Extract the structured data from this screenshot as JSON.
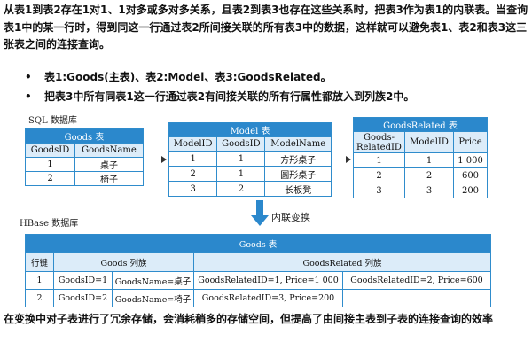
{
  "intro_text": "从表1到表2存在1对1、1对多或多对多关系，且表2到表3也存在这些关系时，把表3作为表1的内联表。当查询表1中的某一行时，得到同这一行通过表2所间接关联的所有表3中的数据，这样就可以避免表1、表2和表3这三张表之间的连接查询。",
  "bullets": [
    "表1:Goods(主表)、表2:Model、表3:GoodsRelated。",
    "把表3中所有同表1这一行通过表2有间接关联的所有行属性都放入到列族2中。"
  ],
  "sql_caption": "SQL 数据库",
  "hbase_caption": "HBase 数据库",
  "transform_label": "内联变换",
  "goods_table": {
    "title": "Goods 表",
    "headers": [
      "GoodsID",
      "GoodsName"
    ],
    "rows": [
      [
        "1",
        "桌子"
      ],
      [
        "2",
        "椅子"
      ]
    ]
  },
  "model_table": {
    "title": "Model 表",
    "headers": [
      "ModelID",
      "GoodsID",
      "ModelName"
    ],
    "rows": [
      [
        "1",
        "1",
        "方形桌子"
      ],
      [
        "2",
        "1",
        "圆形桌子"
      ],
      [
        "3",
        "2",
        "长板凳"
      ]
    ]
  },
  "related_table": {
    "title": "GoodsRelated 表",
    "headers": [
      "Goods-RelatedID",
      "ModelID",
      "Price"
    ],
    "rows": [
      [
        "1",
        "1",
        "1 000"
      ],
      [
        "2",
        "2",
        "600"
      ],
      [
        "3",
        "3",
        "200"
      ]
    ]
  },
  "hbase_table": {
    "title": "Goods 表",
    "row_key_header": "行键",
    "family1_header": "Goods 列族",
    "family2_header": "GoodsRelated 列族",
    "rows": [
      {
        "key": "1",
        "c1": "GoodsID=1",
        "c2": "GoodsName=桌子",
        "c3": "GoodsRelatedID=1, Price=1 000",
        "c4": "GoodsRelatedID=2, Price=600"
      },
      {
        "key": "2",
        "c1": "GoodsID=2",
        "c2": "GoodsName=椅子",
        "c3": "GoodsRelatedID=3, Price=200",
        "c4": ""
      }
    ]
  },
  "conclusion_text": "在变换中对子表进行了冗余存储，会消耗稍多的存储空间，但提高了由间接主表到子表的连接查询的效率"
}
